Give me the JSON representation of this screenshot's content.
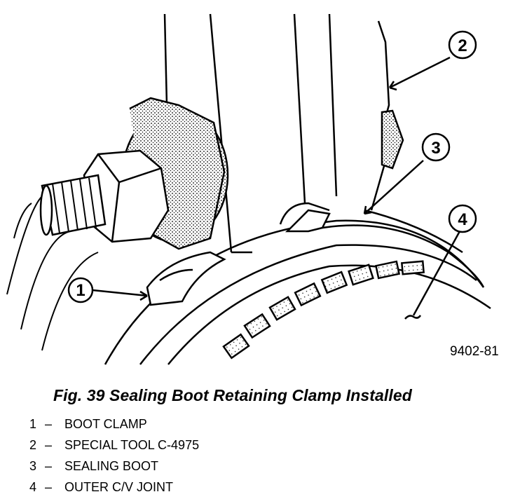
{
  "figure": {
    "id": "9402-81",
    "callouts": [
      "1",
      "2",
      "3",
      "4"
    ]
  },
  "caption": "Fig. 39 Sealing Boot Retaining Clamp Installed",
  "legend": [
    {
      "num": "1",
      "sep": "–",
      "label": "BOOT CLAMP"
    },
    {
      "num": "2",
      "sep": "–",
      "label": "SPECIAL TOOL C-4975"
    },
    {
      "num": "3",
      "sep": "–",
      "label": "SEALING BOOT"
    },
    {
      "num": "4",
      "sep": "–",
      "label": "OUTER C/V JOINT"
    }
  ]
}
